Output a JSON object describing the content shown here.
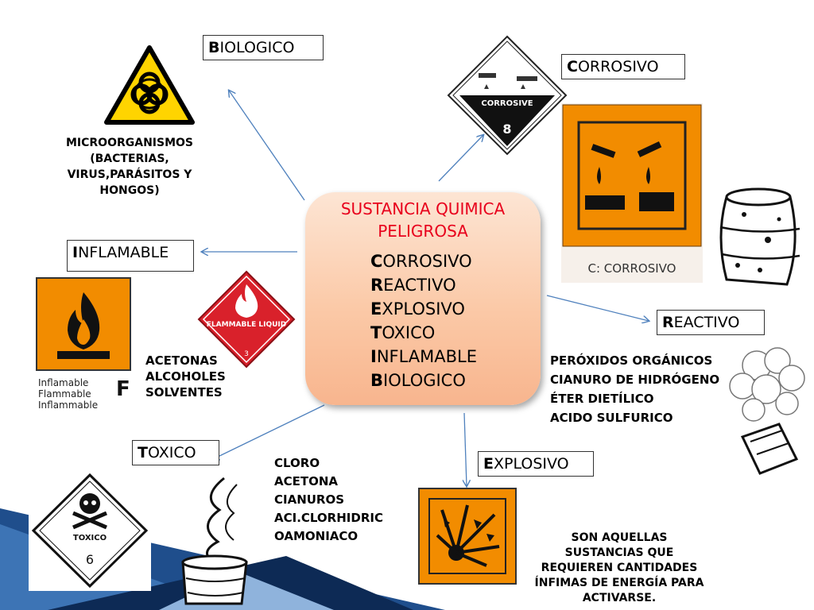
{
  "center": {
    "title_line1": "SUSTANCIA QUIMICA",
    "title_line2": "PELIGROSA",
    "items": [
      {
        "initial": "C",
        "rest": "ORROSIVO"
      },
      {
        "initial": "R",
        "rest": "EACTIVO"
      },
      {
        "initial": "E",
        "rest": "XPLOSIVO"
      },
      {
        "initial": "T",
        "rest": "OXICO"
      },
      {
        "initial": "I",
        "rest": "NFLAMABLE"
      },
      {
        "initial": "B",
        "rest": "IOLOGICO"
      }
    ]
  },
  "labels": {
    "biologico": {
      "initial": "B",
      "rest": "IOLOGICO"
    },
    "corrosivo": {
      "initial": "C",
      "rest": "ORROSIVO"
    },
    "inflamable": {
      "initial": "I",
      "rest": "NFLAMABLE"
    },
    "reactivo": {
      "initial": "R",
      "rest": "EACTIVO"
    },
    "toxico": {
      "initial": "T",
      "rest": "OXICO"
    },
    "explosivo": {
      "initial": "E",
      "rest": "XPLOSIVO"
    }
  },
  "notes": {
    "biologico": [
      "MICROORGANISMOS",
      "(BACTERIAS,",
      "VIRUS,PARÁSITOS Y",
      "HONGOS)"
    ],
    "inflamable": [
      "ACETONAS",
      "ALCOHOLES",
      "SOLVENTES"
    ],
    "reactivo": [
      "PERÓXIDOS ORGÁNICOS",
      "CIANURO DE HIDRÓGENO",
      "ÉTER DIETÍLICO",
      "ACIDO SULFURICO"
    ],
    "toxico": [
      "CLORO",
      "ACETONA",
      "CIANUROS",
      "ACI.CLORHIDRIC",
      "OAMONIACO"
    ],
    "explosivo": [
      "SON AQUELLAS",
      "SUSTANCIAS QUE",
      "REQUIEREN CANTIDADES",
      "ÍNFIMAS DE ENERGÍA PARA",
      "ACTIVARSE."
    ]
  },
  "signs": {
    "corrosive_diamond_text": "CORROSIVE",
    "corrosive_diamond_number": "8",
    "corrosivo_caption": "C: CORROSIVO",
    "flammable_liquid_text": "FLAMMABLE LIQUID",
    "flammable_liquid_number": "3",
    "inflamable_lines": [
      "Inflamable",
      "Flammable",
      "Inflammable"
    ],
    "inflamable_letter": "F",
    "toxico_text": "TOXICO",
    "toxico_number": "6"
  },
  "colors": {
    "title_red": "#e8001c",
    "arrow_blue": "#4f81bd",
    "hazard_orange": "#f28c00",
    "biohazard_yellow": "#ffd400",
    "slide_blue": "#1f4e8c"
  },
  "icons": [
    "biohazard-icon",
    "corrosive-diamond-icon",
    "corrosive-orange-sign-icon",
    "barrel-icon",
    "flammable-orange-sign-icon",
    "flammable-liquid-diamond-icon",
    "toxic-diamond-icon",
    "explosive-sign-icon",
    "smoke-barrel-icon"
  ]
}
